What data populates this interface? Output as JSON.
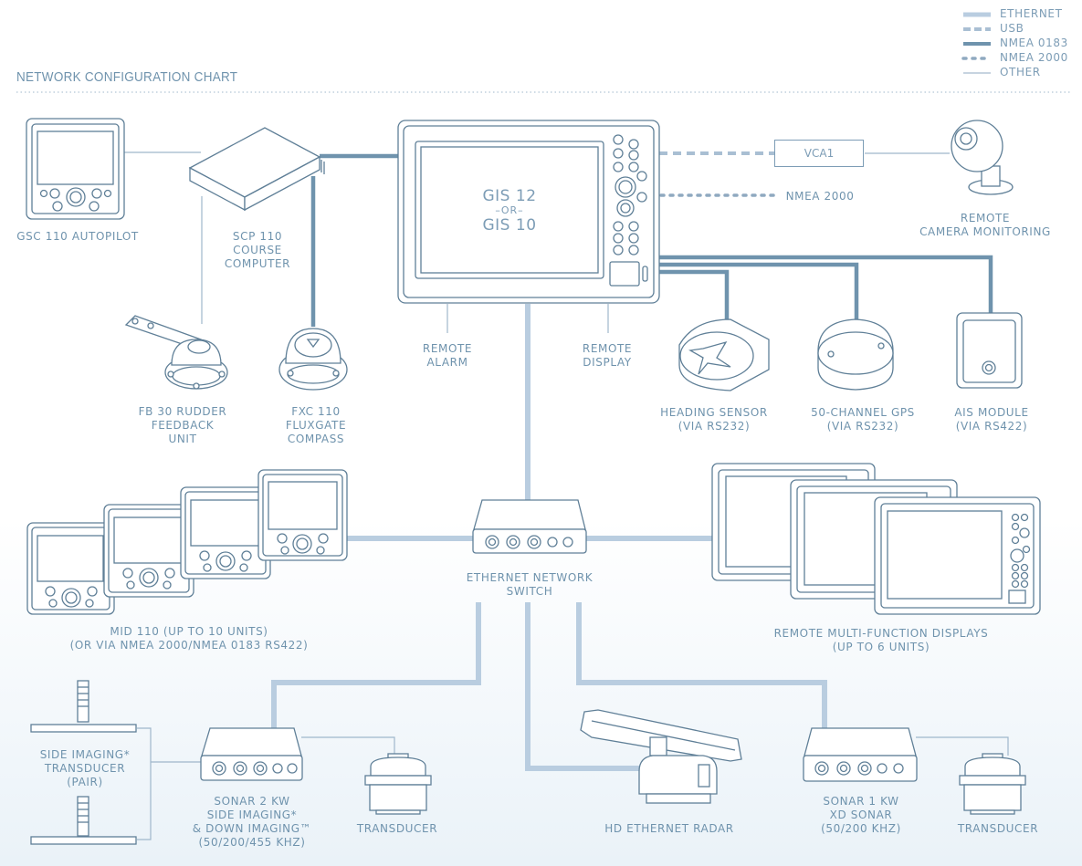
{
  "title": "NETWORK CONFIGURATION CHART",
  "legend": [
    {
      "label": "ETHERNET",
      "style": "ethernet",
      "color": "#b9cde0"
    },
    {
      "label": "USB",
      "style": "usb",
      "color": "#a9bfd3"
    },
    {
      "label": "NMEA 0183",
      "style": "nmea0183",
      "color": "#6f93ad"
    },
    {
      "label": "NMEA 2000",
      "style": "nmea2000",
      "color": "#8fa9c0"
    },
    {
      "label": "OTHER",
      "style": "other",
      "color": "#8fa9c0"
    }
  ],
  "main_unit": {
    "line1": "GIS 12",
    "line2": "–OR–",
    "line3": "GIS 10"
  },
  "vca": "VCA1",
  "nmea2000_label": "NMEA 2000",
  "labels": {
    "gsc110": [
      "GSC 110 AUTOPILOT"
    ],
    "scp110": [
      "SCP 110",
      "COURSE",
      "COMPUTER"
    ],
    "fb30": [
      "FB 30 RUDDER",
      "FEEDBACK",
      "UNIT"
    ],
    "fxc110": [
      "FXC 110",
      "FLUXGATE",
      "COMPASS"
    ],
    "remote_alarm": [
      "REMOTE",
      "ALARM"
    ],
    "remote_display": [
      "REMOTE",
      "DISPLAY"
    ],
    "remote_camera": [
      "REMOTE",
      "CAMERA MONITORING"
    ],
    "heading_sensor": [
      "HEADING SENSOR",
      "(VIA RS232)"
    ],
    "gps": [
      "50-CHANNEL GPS",
      "(VIA RS232)"
    ],
    "ais": [
      "AIS MODULE",
      "(VIA RS422)"
    ],
    "switch": [
      "ETHERNET NETWORK",
      "SWITCH"
    ],
    "mid110": [
      "MID 110 (UP TO 10 UNITS)",
      "(OR VIA NMEA 2000/NMEA 0183 RS422)"
    ],
    "remote_mfd": [
      "REMOTE MULTI-FUNCTION DISPLAYS",
      "(UP TO 6 UNITS)"
    ],
    "side_imaging": [
      "SIDE IMAGING*",
      "TRANSDUCER",
      "(PAIR)"
    ],
    "sonar2kw": [
      "SONAR 2 KW",
      "SIDE IMAGING*",
      "& DOWN IMAGING™",
      "(50/200/455 KHZ)"
    ],
    "transducer_left": [
      "TRANSDUCER"
    ],
    "radar": [
      "HD ETHERNET RADAR"
    ],
    "sonar1kw": [
      "SONAR 1 KW",
      "XD SONAR",
      "(50/200 KHZ)"
    ],
    "transducer_right": [
      "TRANSDUCER"
    ]
  }
}
